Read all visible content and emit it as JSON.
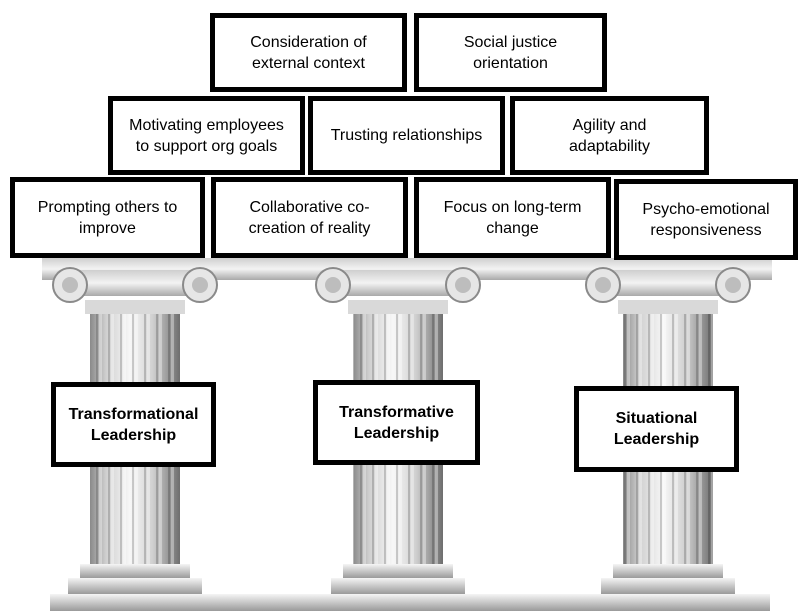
{
  "rows": {
    "top": [
      {
        "text": "Consideration of\nexternal context"
      },
      {
        "text": "Social justice\norientation"
      }
    ],
    "middle": [
      {
        "text": "Motivating employees\nto support org goals"
      },
      {
        "text": "Trusting relationships"
      },
      {
        "text": "Agility and\nadaptability"
      }
    ],
    "bottom": [
      {
        "text": "Prompting others to\nimprove"
      },
      {
        "text": "Collaborative co-\ncreation of reality"
      },
      {
        "text": "Focus on long-term\nchange"
      },
      {
        "text": "Psycho-emotional\nresponsiveness"
      }
    ]
  },
  "pillars": [
    {
      "label": "Transformational\nLeadership"
    },
    {
      "label": "Transformative\nLeadership"
    },
    {
      "label": "Situational\nLeadership"
    }
  ],
  "colors": {
    "border": "#000000",
    "pillar_light": "#f2f2f2",
    "pillar_mid": "#c8c8c8",
    "pillar_dark": "#7a7a7a"
  }
}
